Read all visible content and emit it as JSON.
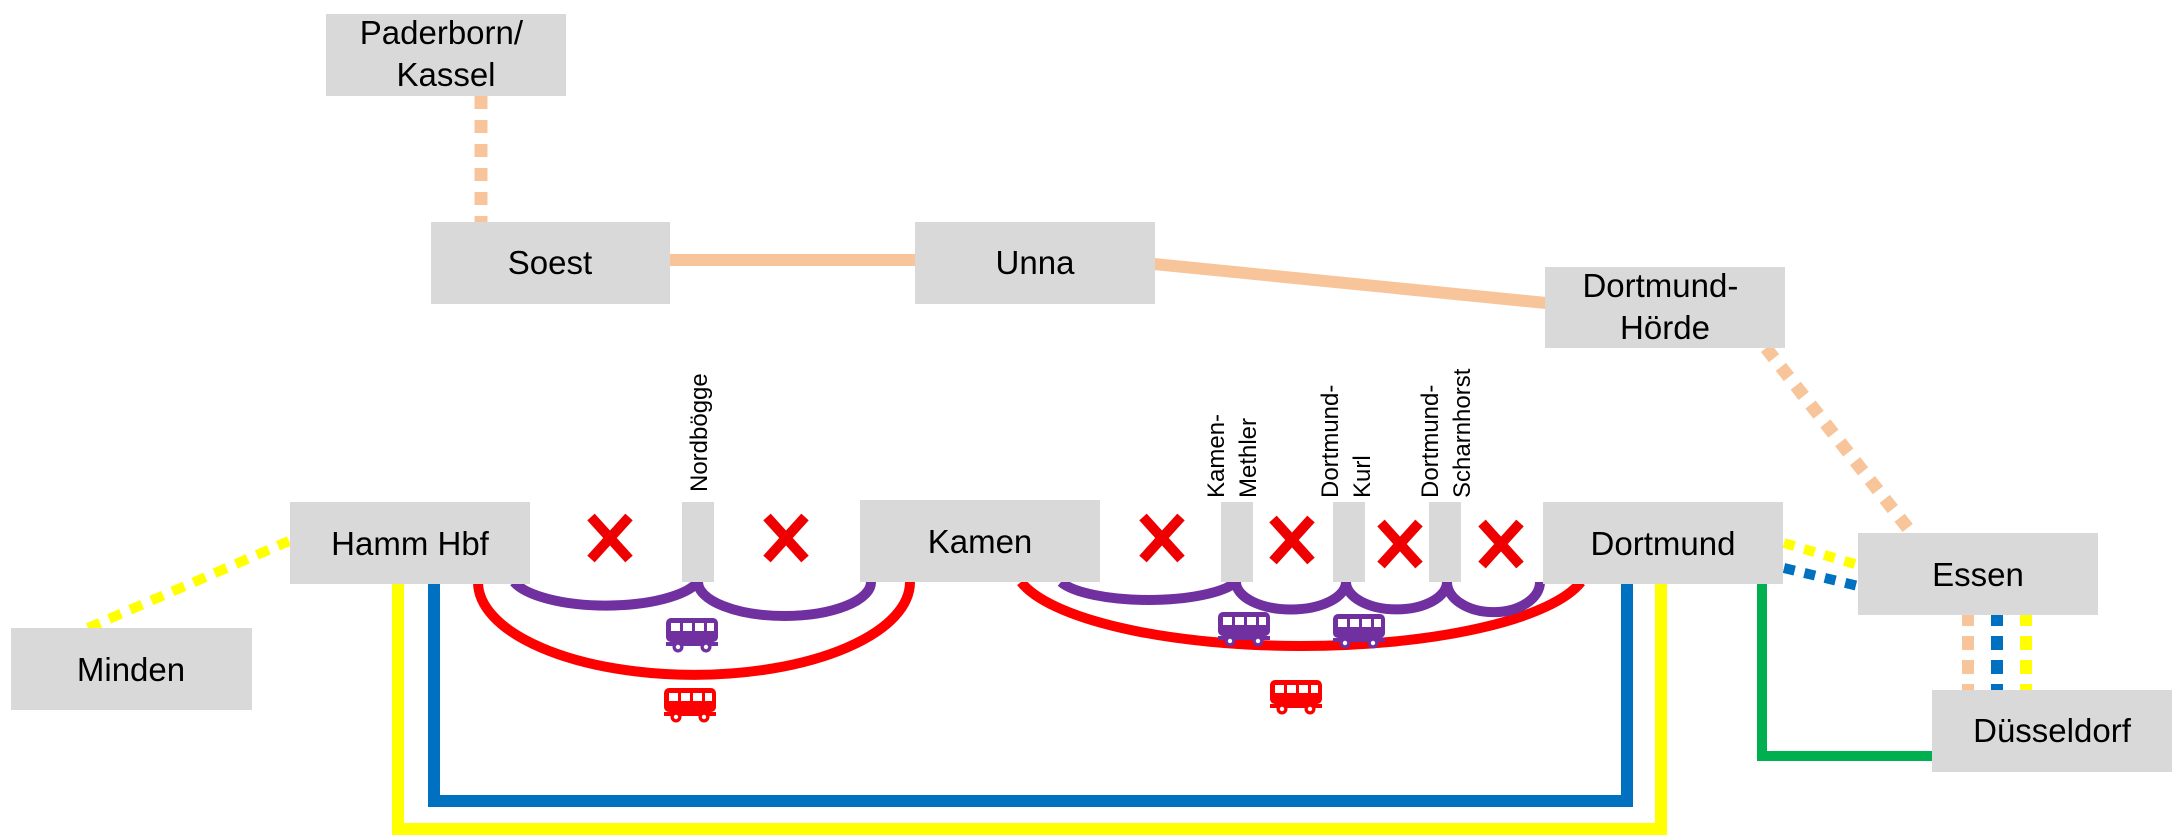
{
  "colors": {
    "regional_orange": "#f8c49a",
    "yellow": "#ffff00",
    "blue": "#0070c0",
    "green": "#00b050",
    "bus_purple": "#7030a0",
    "bus_red": "#ff0000",
    "cancel_red": "#ee0000",
    "box_gray": "#d9d9d9"
  },
  "stations": {
    "paderborn": [
      "Paderborn/",
      "Kassel"
    ],
    "soest": [
      "Soest"
    ],
    "unna": [
      "Unna"
    ],
    "dortmund_hoerde": [
      "Dortmund-",
      "Hörde"
    ],
    "hamm": [
      "Hamm Hbf"
    ],
    "kamen": [
      "Kamen"
    ],
    "dortmund": [
      "Dortmund"
    ],
    "essen": [
      "Essen"
    ],
    "minden": [
      "Minden"
    ],
    "duesseldorf": [
      "Düsseldorf"
    ]
  },
  "stops": {
    "nordboegge": [
      "Nordbögge"
    ],
    "kamen_methler": [
      "Kamen-",
      "Methler"
    ],
    "dortmund_kurl": [
      "Dortmund-",
      "Kurl"
    ],
    "dortmund_scharnhorst": [
      "Dortmund-",
      "Scharnhorst"
    ]
  },
  "icons": {
    "cancelled": "cross-icon",
    "replacement_bus": "bus-icon"
  }
}
